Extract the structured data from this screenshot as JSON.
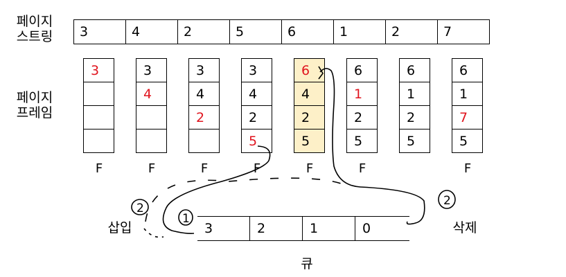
{
  "labels": {
    "page_string_line1": "페이지",
    "page_string_line2": "스트링",
    "page_frame_line1": "페이지",
    "page_frame_line2": "프레임",
    "insert": "삽입",
    "delete": "삭제",
    "queue": "큐",
    "step_insert": "2",
    "step_delete": "2",
    "step_one": "1"
  },
  "reference_string": [
    "3",
    "4",
    "2",
    "5",
    "6",
    "1",
    "2",
    "7"
  ],
  "frames": [
    {
      "cells": [
        "3",
        "",
        "",
        ""
      ],
      "new_index": 0,
      "fault": "F",
      "highlight": false
    },
    {
      "cells": [
        "3",
        "4",
        "",
        ""
      ],
      "new_index": 1,
      "fault": "F",
      "highlight": false
    },
    {
      "cells": [
        "3",
        "4",
        "2",
        ""
      ],
      "new_index": 2,
      "fault": "F",
      "highlight": false
    },
    {
      "cells": [
        "3",
        "4",
        "2",
        "5"
      ],
      "new_index": 3,
      "fault": "F",
      "highlight": false
    },
    {
      "cells": [
        "6",
        "4",
        "2",
        "5"
      ],
      "new_index": 0,
      "fault": "F",
      "highlight": true
    },
    {
      "cells": [
        "6",
        "1",
        "2",
        "5"
      ],
      "new_index": 1,
      "fault": "F",
      "highlight": false
    },
    {
      "cells": [
        "6",
        "1",
        "2",
        "5"
      ],
      "new_index": -1,
      "fault": "",
      "highlight": false
    },
    {
      "cells": [
        "6",
        "1",
        "7",
        "5"
      ],
      "new_index": 2,
      "fault": "F",
      "highlight": false
    }
  ],
  "queue": [
    "3",
    "2",
    "1",
    "0"
  ],
  "colors": {
    "new_page": "#e0141e",
    "highlight": "#fdf0c8"
  }
}
